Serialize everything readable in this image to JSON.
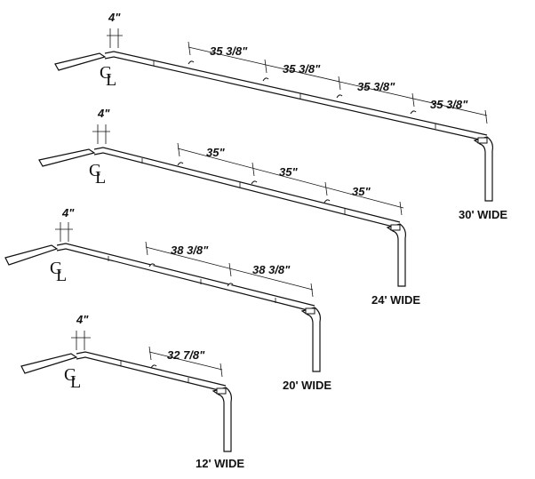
{
  "trusses": [
    {
      "width_label": "30' WIDE",
      "peak_offset": "4\"",
      "centerline": "CL",
      "spacings": [
        "35 3/8\"",
        "35 3/8\"",
        "35 3/8\"",
        "35 3/8\""
      ]
    },
    {
      "width_label": "24' WIDE",
      "peak_offset": "4\"",
      "centerline": "CL",
      "spacings": [
        "35\"",
        "35\"",
        "35\""
      ]
    },
    {
      "width_label": "20' WIDE",
      "peak_offset": "4\"",
      "centerline": "CL",
      "spacings": [
        "38 3/8\"",
        "38 3/8\""
      ]
    },
    {
      "width_label": "12' WIDE",
      "peak_offset": "4\"",
      "centerline": "CL",
      "spacings": [
        "32 7/8\""
      ]
    }
  ]
}
